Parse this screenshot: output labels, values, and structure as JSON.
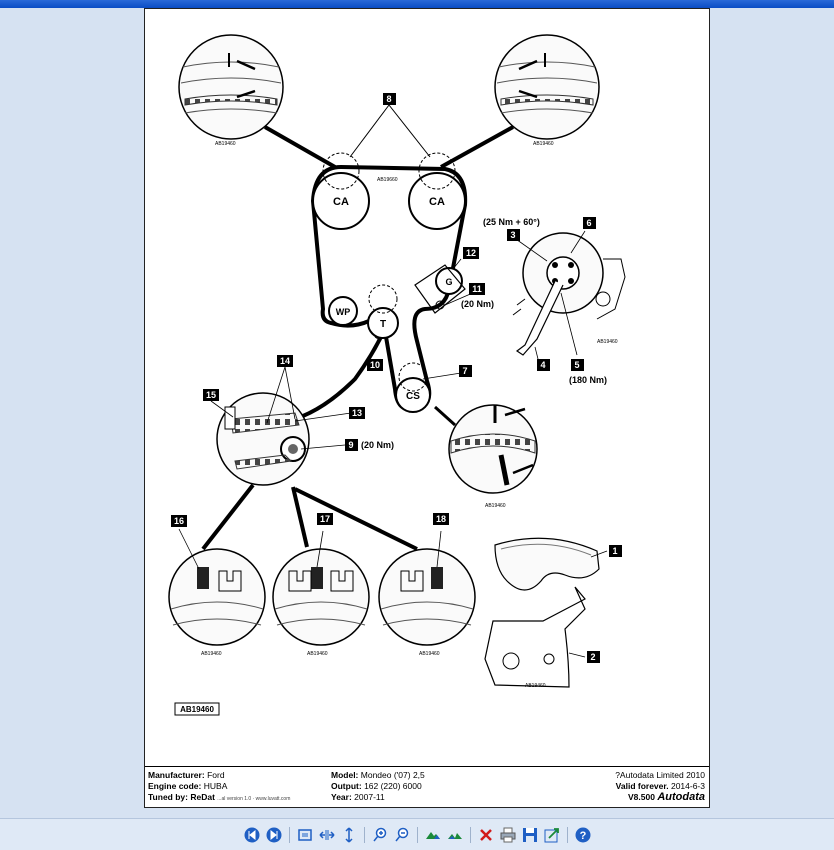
{
  "diagram": {
    "pulleys": {
      "ca_left": "CA",
      "ca_right": "CA",
      "wp": "WP",
      "t": "T",
      "g": "G",
      "cs": "CS"
    },
    "callouts": {
      "c1": "1",
      "c2": "2",
      "c3": "3",
      "c4": "4",
      "c5": "5",
      "c6": "6",
      "c7": "7",
      "c8": "8",
      "c9": "9",
      "c10": "10",
      "c11": "11",
      "c12": "12",
      "c13": "13",
      "c14": "14",
      "c15": "15",
      "c16": "16",
      "c17": "17",
      "c18": "18"
    },
    "torques": {
      "t6": "(25 Nm + 60°)",
      "t11": "(20 Nm)",
      "t5": "(180 Nm)",
      "t9": "(20 Nm)"
    },
    "ref_code": "AB19460",
    "belt_ref_code": "AB19660"
  },
  "footer": {
    "manufacturer_label": "Manufacturer:",
    "manufacturer": "Ford",
    "engine_code_label": "Engine code:",
    "engine_code": "HUBA",
    "model_label": "Model:",
    "model": "Mondeo ('07) 2,5",
    "output_label": "Output:",
    "output": "162 (220) 6000",
    "year_label": "Year:",
    "year": "2007-11",
    "copyright": "?Autodata Limited 2010",
    "valid_label": "Valid forever.",
    "valid_date": "2014-6-3",
    "version": "V8.500",
    "logo": "Autodata",
    "overlap_text": "Tuned by: ReDat",
    "overlap_small": "...al version 1.0 · www.luvatt.com"
  },
  "toolbar": {
    "icons": [
      "prev-page-icon",
      "next-page-icon",
      "fit-page-icon",
      "fit-width-icon",
      "fit-height-icon",
      "zoom-in-icon",
      "zoom-out-icon",
      "rotate-left-icon",
      "rotate-right-icon",
      "close-icon",
      "print-icon",
      "save-icon",
      "export-icon",
      "help-icon"
    ]
  },
  "colors": {
    "toolbar_blue": "#1f5fc4",
    "close_red": "#d11a1a",
    "background": "#dbe6f4"
  }
}
